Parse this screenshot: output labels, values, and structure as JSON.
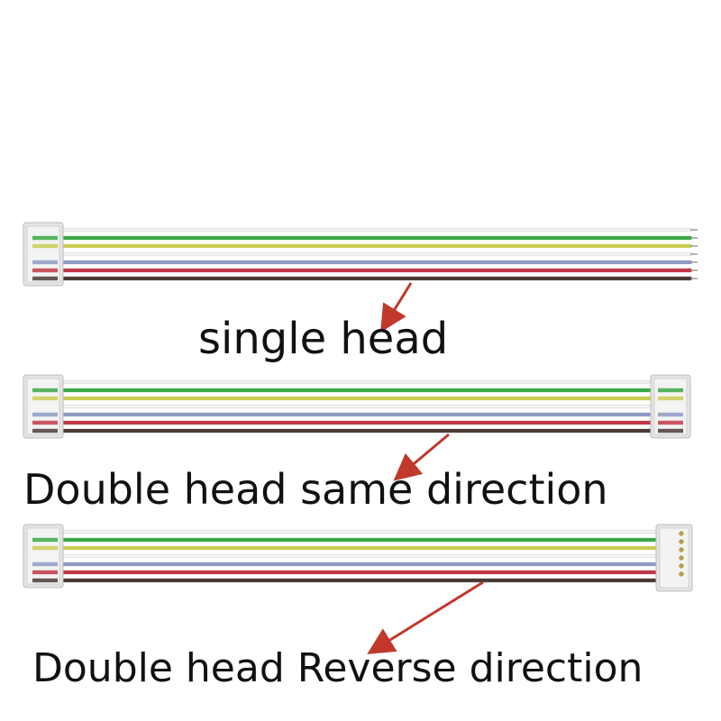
{
  "captions": {
    "single": "single head",
    "double_same": "Double head same direction",
    "double_reverse": "Double head Reverse direction"
  },
  "colors": {
    "background": "#ffffff",
    "arrow": "#c0392b",
    "connector": "#e4e4e4",
    "text": "#111111",
    "wires": [
      "#f2f2f2",
      "#3aa845",
      "#c9cd52",
      "#f5f5f5",
      "#8e9ac4",
      "#c23745",
      "#4a3b35"
    ]
  },
  "cables": [
    {
      "id": "single-head",
      "ends": "single"
    },
    {
      "id": "double-head-same",
      "ends": "same"
    },
    {
      "id": "double-head-reverse",
      "ends": "reverse"
    }
  ]
}
